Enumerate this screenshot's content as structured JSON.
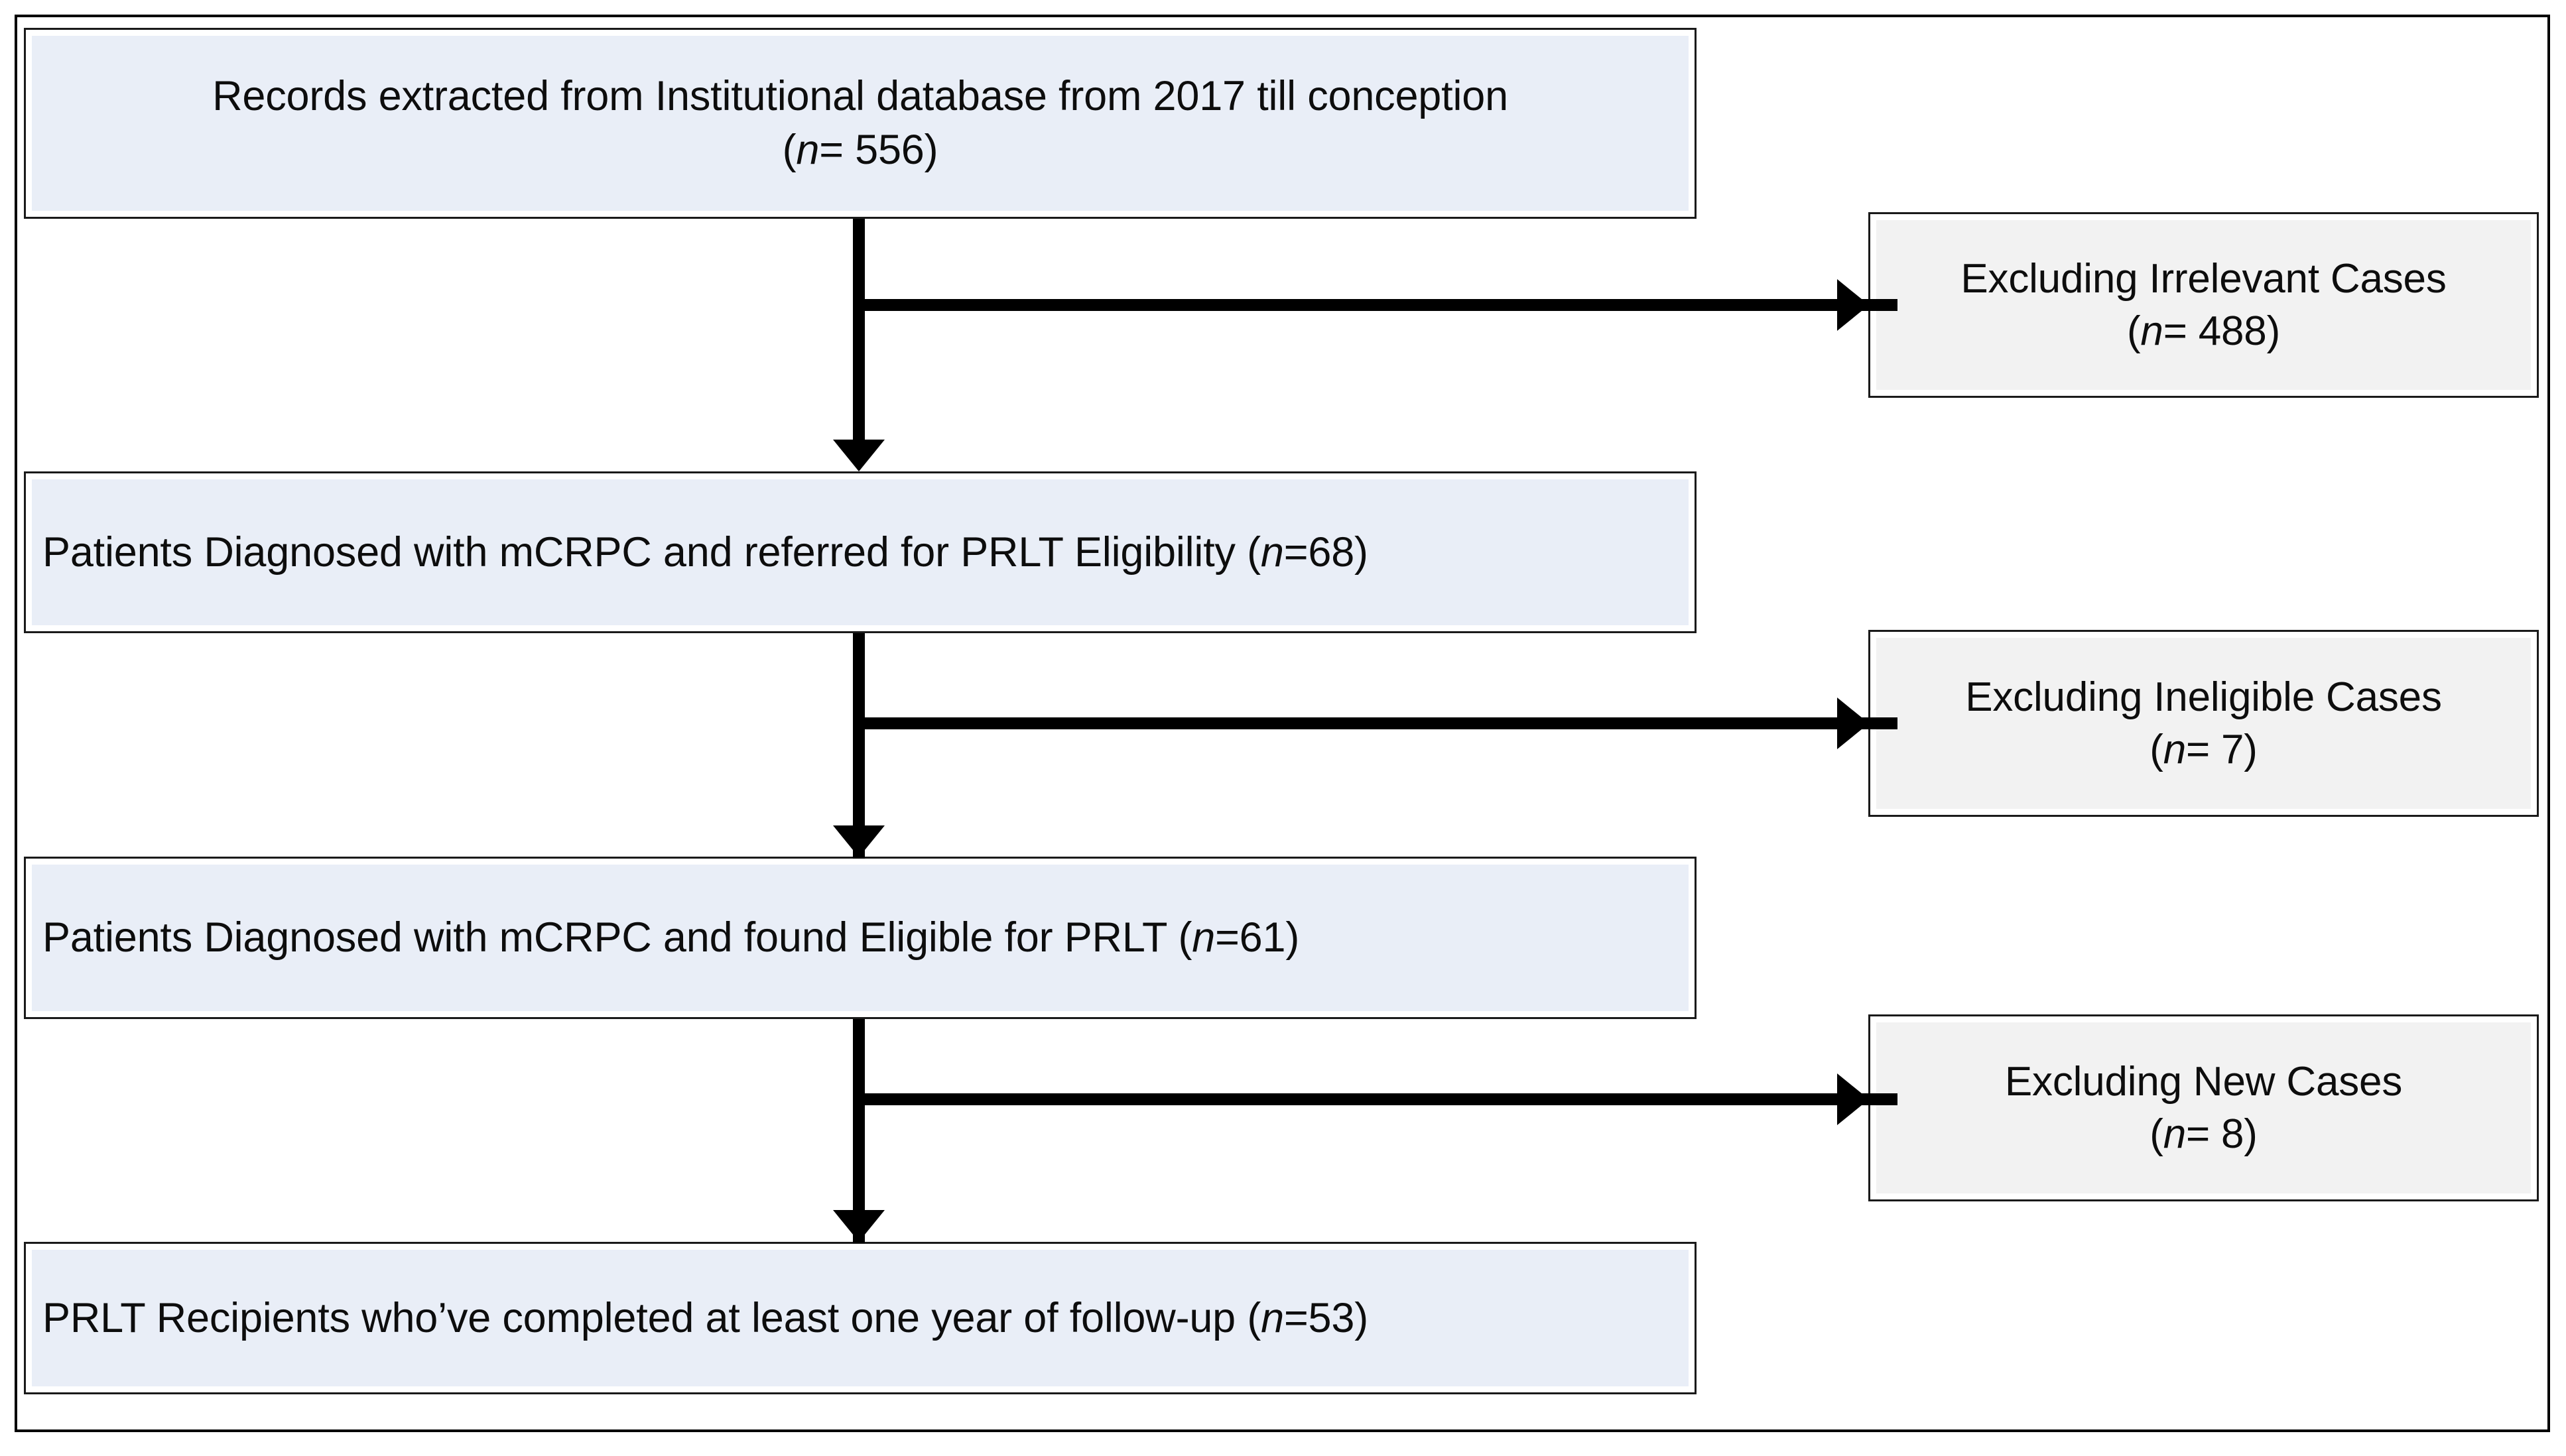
{
  "diagram": {
    "type": "flowchart",
    "title": "Patient selection flow diagram",
    "colors": {
      "primary_box_fill": "#e9eef7",
      "exclusion_box_fill": "#f2f2f2",
      "border": "#1a1a1a",
      "connector": "#000000",
      "page_frame": "#000000",
      "background": "#ffffff"
    },
    "primary_nodes": [
      {
        "id": "records",
        "line1": "Records extracted from Institutional database from 2017 till conception",
        "line2_prefix": "(",
        "line2_italic": "n",
        "line2_suffix": "= 556)",
        "n_label": "n",
        "count": "556"
      },
      {
        "id": "referred",
        "line1_prefix": "Patients Diagnosed with mCRPC and referred for PRLT Eligibility (",
        "line1_italic": "n",
        "line1_suffix": "=68)",
        "n_label": "n",
        "count": "68"
      },
      {
        "id": "eligible",
        "line1_prefix": "Patients Diagnosed with mCRPC and found Eligible for PRLT (",
        "line1_italic": "n",
        "line1_suffix": "=61)",
        "n_label": "n",
        "count": "61"
      },
      {
        "id": "recipients",
        "line1_prefix": "PRLT Recipients who’ve completed at least one year of follow-up (",
        "line1_italic": "n",
        "line1_suffix": "=53)",
        "n_label": "n",
        "count": "53"
      }
    ],
    "exclusion_nodes": [
      {
        "id": "excl-irrelevant",
        "line1": "Excluding Irrelevant Cases",
        "line2_prefix": "(",
        "line2_italic": "n",
        "line2_suffix": "= 488)",
        "n_label": "n",
        "count": "488"
      },
      {
        "id": "excl-ineligible",
        "line1": "Excluding Ineligible Cases",
        "line2_prefix": "(",
        "line2_italic": "n",
        "line2_suffix": "= 7)",
        "n_label": "n",
        "count": "7"
      },
      {
        "id": "excl-new",
        "line1": "Excluding New Cases",
        "line2_prefix": "(",
        "line2_italic": "n",
        "line2_suffix": "= 8)",
        "n_label": "n",
        "count": "8"
      }
    ],
    "connectors": [
      {
        "id": "records-to-referred",
        "from": "records",
        "to": "referred",
        "direction": "down"
      },
      {
        "id": "records-to-irrelevant",
        "from": "records",
        "to": "excl-irrelevant",
        "direction": "right"
      },
      {
        "id": "referred-to-eligible",
        "from": "referred",
        "to": "eligible",
        "direction": "down"
      },
      {
        "id": "referred-to-ineligible",
        "from": "referred",
        "to": "excl-ineligible",
        "direction": "right"
      },
      {
        "id": "eligible-to-recipients",
        "from": "eligible",
        "to": "recipients",
        "direction": "down"
      },
      {
        "id": "eligible-to-new",
        "from": "eligible",
        "to": "excl-new",
        "direction": "right"
      }
    ]
  }
}
